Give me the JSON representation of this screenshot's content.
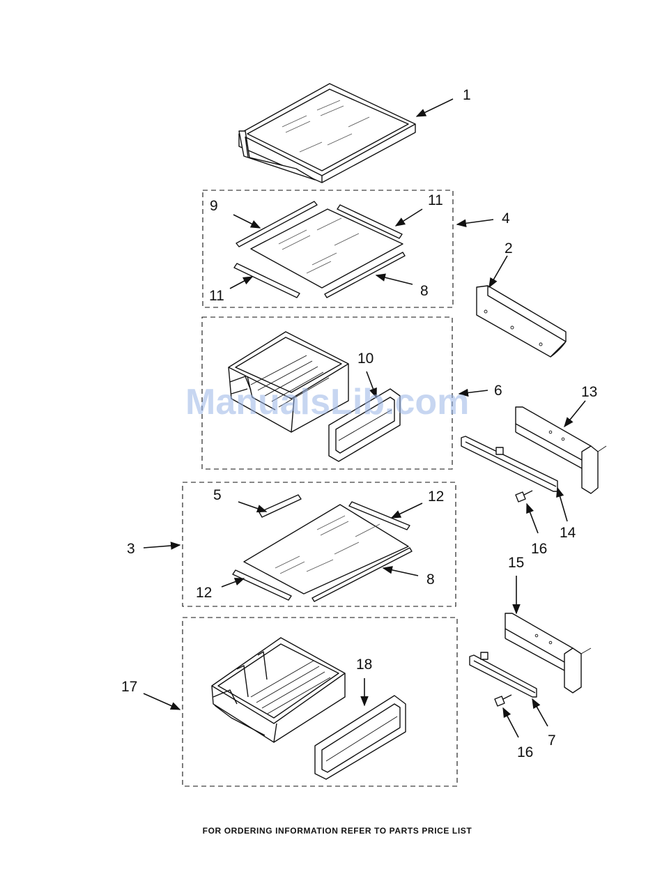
{
  "watermark": "ManualsLib.com",
  "footer": "FOR ORDERING INFORMATION REFER TO PARTS PRICE LIST",
  "callouts": {
    "c1": "1",
    "c2": "2",
    "c3": "3",
    "c4": "4",
    "c5": "5",
    "c6": "6",
    "c7": "7",
    "c8a": "8",
    "c8b": "8",
    "c9": "9",
    "c10": "10",
    "c11a": "11",
    "c11b": "11",
    "c12a": "12",
    "c12b": "12",
    "c13": "13",
    "c14": "14",
    "c15": "15",
    "c16a": "16",
    "c16b": "16",
    "c17": "17",
    "c18": "18"
  },
  "colors": {
    "line": "#111111",
    "watermark": "#9bb6e6",
    "background": "#ffffff"
  }
}
